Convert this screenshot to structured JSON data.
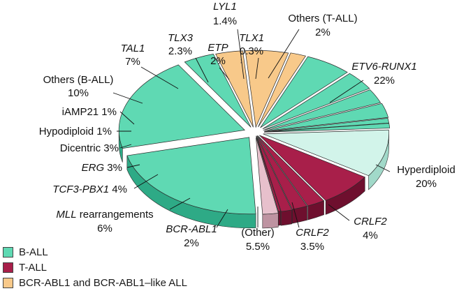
{
  "chart_data": {
    "type": "pie",
    "groups": [
      {
        "name": "B-ALL",
        "color": "#5fd9b3",
        "side": "#2eaa86"
      },
      {
        "name": "T-ALL",
        "color": "#a81f4a",
        "side": "#6e0f2e"
      },
      {
        "name": "BCR-ABL1 and BCR-ABL1–like ALL",
        "color": "#f8c98a",
        "side": "#e09a2e"
      }
    ],
    "slices": [
      {
        "id": "etv6",
        "group": 0,
        "value": 22,
        "name": "ETV6-RUNX1",
        "pct": "22%",
        "italic": true
      },
      {
        "id": "hyperdiploid",
        "group": 0,
        "value": 20,
        "name": "Hyperdiploid",
        "pct": "20%",
        "italic": false
      },
      {
        "id": "crlf2-b",
        "group": 0,
        "value": 4,
        "name": "CRLF2",
        "pct": "4%",
        "italic": true
      },
      {
        "id": "crlf2-like",
        "group": 2,
        "value": 3.5,
        "name": "CRLF2",
        "pct": "3.5%",
        "italic": true
      },
      {
        "id": "other-like",
        "group": 2,
        "value": 5.5,
        "name": "(Other)",
        "pct": "5.5%",
        "italic": false
      },
      {
        "id": "bcr-abl1",
        "group": 2,
        "value": 2,
        "name": "BCR-ABL1",
        "pct": "2%",
        "italic": true
      },
      {
        "id": "mll",
        "group": 0,
        "value": 6,
        "name": "MLL",
        "name2": " rearrangements",
        "pct": "6%",
        "italic": true
      },
      {
        "id": "tcf3",
        "group": 0,
        "value": 4,
        "name": "TCF3-PBX1",
        "pct": "4%",
        "italic": true
      },
      {
        "id": "erg",
        "group": 0,
        "value": 3,
        "name": "ERG",
        "pct": "3%",
        "italic": true
      },
      {
        "id": "dicentric",
        "group": 0,
        "value": 3,
        "name": "Dicentric",
        "pct": "3%",
        "italic": false
      },
      {
        "id": "hypodiploid",
        "group": 0,
        "value": 1,
        "name": "Hypodiploid",
        "pct": "1%",
        "italic": false
      },
      {
        "id": "iamp21",
        "group": 0,
        "value": 1,
        "name": "iAMP21",
        "pct": "1%",
        "italic": false
      },
      {
        "id": "others-b",
        "group": 0,
        "value": 10,
        "name": "Others (B-ALL)",
        "pct": "10%",
        "italic": false,
        "light": true
      },
      {
        "id": "tal1",
        "group": 1,
        "value": 7,
        "name": "TAL1",
        "pct": "7%",
        "italic": true
      },
      {
        "id": "tlx3",
        "group": 1,
        "value": 2.3,
        "name": "TLX3",
        "pct": "2.3%",
        "italic": true
      },
      {
        "id": "etp",
        "group": 1,
        "value": 2,
        "name": "ETP",
        "pct": "2%",
        "italic": true
      },
      {
        "id": "lyl1",
        "group": 1,
        "value": 1.4,
        "name": "LYL1",
        "pct": "1.4%",
        "italic": true
      },
      {
        "id": "tlx1",
        "group": 1,
        "value": 0.3,
        "name": "TLX1",
        "pct": "0.3%",
        "italic": true
      },
      {
        "id": "others-t",
        "group": 1,
        "value": 2,
        "name": "Others (T-ALL)",
        "pct": "2%",
        "italic": false,
        "light": true
      }
    ]
  },
  "legend": [
    {
      "label": "B-ALL",
      "color": "#5fd9b3"
    },
    {
      "label": "T-ALL",
      "color": "#a81f4a"
    },
    {
      "label": "BCR-ABL1 and BCR-ABL1–like ALL",
      "color": "#f8c98a"
    }
  ]
}
